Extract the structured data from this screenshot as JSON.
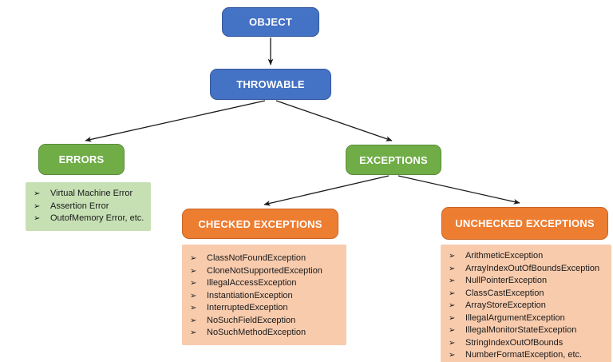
{
  "diagram": {
    "bullet": "➢",
    "colors": {
      "node_blue": "#4472C4",
      "node_green": "#70AD47",
      "node_orange": "#ED7D31",
      "list_light_green": "#C6E0B4",
      "list_light_orange": "#F8CBAD",
      "arrow": "#1a1a1a",
      "background": "#ffffff"
    },
    "nodes": {
      "object": {
        "label": "OBJECT"
      },
      "throwable": {
        "label": "THROWABLE"
      },
      "errors": {
        "label": "ERRORS"
      },
      "exceptions": {
        "label": "EXCEPTIONS"
      },
      "checked_exceptions": {
        "label": "CHECKED EXCEPTIONS"
      },
      "unchecked_exceptions": {
        "label": "UNCHECKED EXCEPTIONS"
      }
    },
    "edges": [
      {
        "from": "object",
        "to": "throwable"
      },
      {
        "from": "throwable",
        "to": "errors"
      },
      {
        "from": "throwable",
        "to": "exceptions"
      },
      {
        "from": "exceptions",
        "to": "checked_exceptions"
      },
      {
        "from": "exceptions",
        "to": "unchecked_exceptions"
      }
    ],
    "lists": {
      "errors": {
        "items": [
          "Virtual Machine Error",
          "Assertion Error",
          "OutofMemory Error, etc."
        ]
      },
      "checked": {
        "items": [
          "ClassNotFoundException",
          "CloneNotSupportedException",
          "IllegalAccessException",
          "InstantiationException",
          "InterruptedException",
          "NoSuchFieldException",
          "NoSuchMethodException"
        ]
      },
      "unchecked": {
        "items": [
          "ArithmeticException",
          "ArrayIndexOutOfBoundsException",
          "NullPointerException",
          "ClassCastException",
          "ArrayStoreException",
          "IllegalArgumentException",
          "IllegalMonitorStateException",
          "StringIndexOutOfBounds",
          "NumberFormatException, etc."
        ]
      }
    }
  }
}
